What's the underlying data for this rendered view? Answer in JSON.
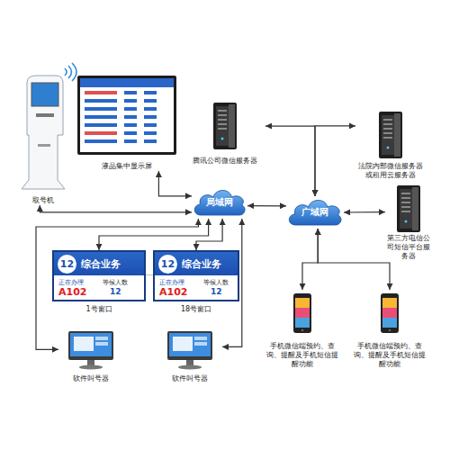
{
  "diagram": {
    "nodes": [
      {
        "text": [
          "取号机"
        ]
      },
      {
        "text": [
          "液晶集中显示屏"
        ]
      },
      {
        "text": [
          "腾讯公司微信服务器"
        ]
      },
      {
        "text": [
          "法院内部微信服务器或租用云服务器"
        ]
      },
      {
        "text": [
          "局域网"
        ]
      },
      {
        "text": [
          "广域网"
        ]
      },
      {
        "text": [
          "第三方电信公司短信平台服务器"
        ]
      },
      {
        "text": [
          "12",
          "综合业务",
          "正在办理",
          "A102",
          "等候人数",
          "12",
          "1号窗口"
        ]
      },
      {
        "text": [
          "12",
          "综合业务",
          "正在办理",
          "A102",
          "等候人数",
          "12",
          "18号窗口"
        ]
      },
      {
        "text": [
          "软件叫号器"
        ]
      },
      {
        "text": [
          "软件叫号器"
        ]
      },
      {
        "text": [
          "手机微信端预约、查询、提醒及手机短信提醒功能"
        ]
      },
      {
        "text": [
          "手机微信端预约、查询、提醒及手机短信提醒功能"
        ]
      }
    ],
    "edges": [
      {
        "from": 0,
        "to": 4,
        "arrow": "both"
      },
      {
        "from": 1,
        "to": 4,
        "arrow": "both"
      },
      {
        "from": 4,
        "to": 5,
        "arrow": "both"
      },
      {
        "from": 5,
        "to": 2,
        "arrow": "both"
      },
      {
        "from": 5,
        "to": 3,
        "arrow": "both"
      },
      {
        "from": 5,
        "to": 6,
        "arrow": "both"
      },
      {
        "from": 5,
        "to": 11,
        "arrow": "both"
      },
      {
        "from": 5,
        "to": 12,
        "arrow": "both"
      },
      {
        "from": 4,
        "to": 7,
        "arrow": "both"
      },
      {
        "from": 4,
        "to": 8,
        "arrow": "both"
      },
      {
        "from": 9,
        "to": 4,
        "arrow": "both"
      },
      {
        "from": 10,
        "to": 4,
        "arrow": "both"
      }
    ],
    "labels": [
      "......"
    ]
  }
}
